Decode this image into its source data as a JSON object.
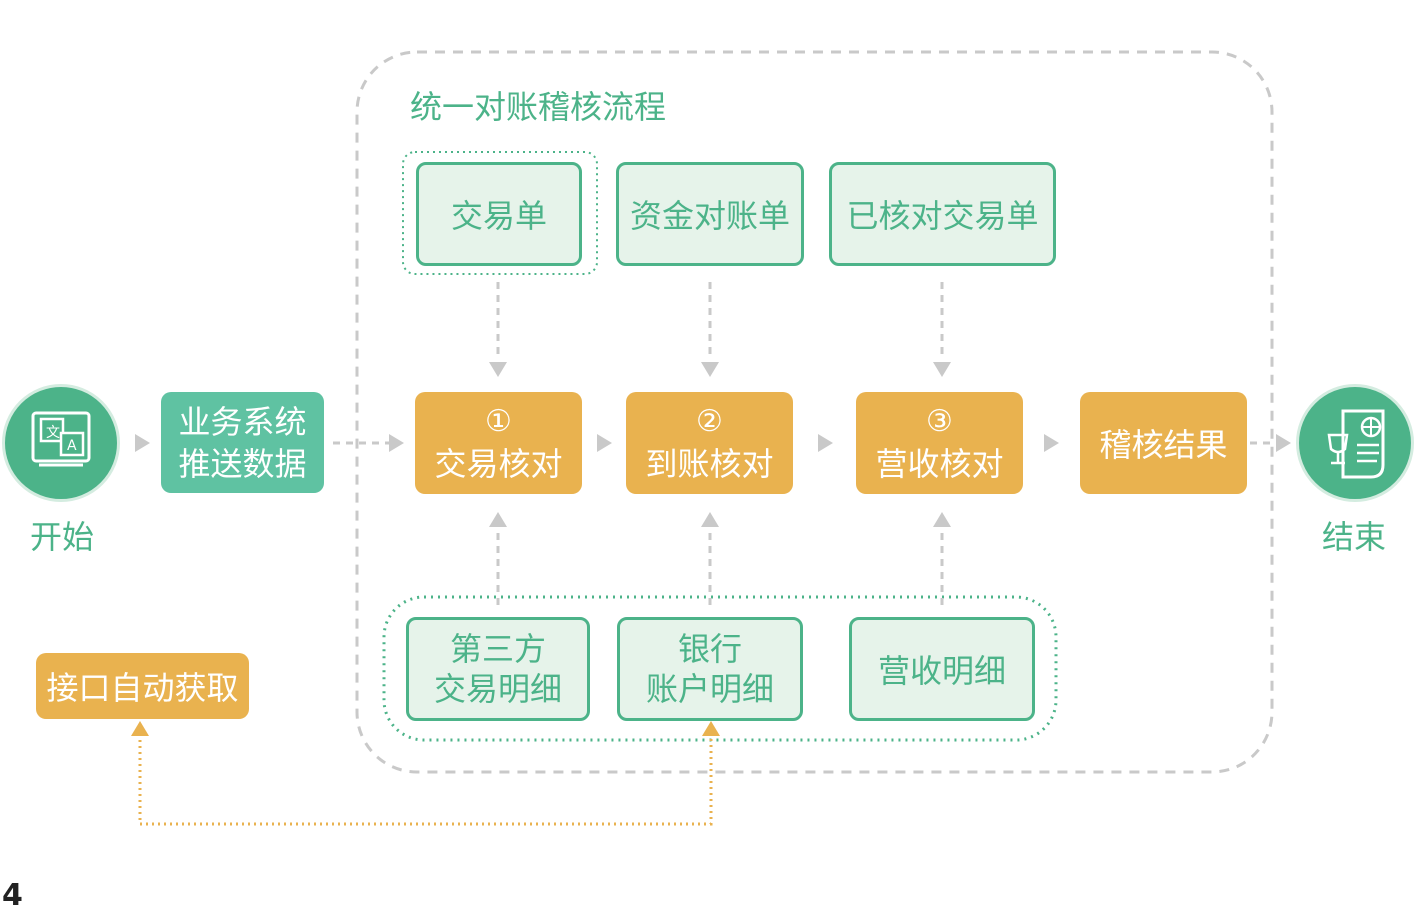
{
  "process_title": "统一对账稽核流程",
  "start": {
    "label": "开始",
    "icon": "translate-document-icon"
  },
  "end": {
    "label": "结束",
    "icon": "report-document-icon"
  },
  "source": {
    "line1": "业务系统",
    "line2": "推送数据"
  },
  "inputs": [
    {
      "label": "交易单"
    },
    {
      "label": "资金对账单"
    },
    {
      "label": "已核对交易单"
    }
  ],
  "steps": [
    {
      "num": "①",
      "label": "交易核对"
    },
    {
      "num": "②",
      "label": "到账核对"
    },
    {
      "num": "③",
      "label": "营收核对"
    }
  ],
  "result": "稽核结果",
  "details": [
    {
      "line1": "第三方",
      "line2": "交易明细"
    },
    {
      "line1": "银行",
      "line2": "账户明细"
    },
    {
      "line1": "营收明细",
      "line2": ""
    }
  ],
  "interface": "接口自动获取",
  "page_number": "4",
  "colors": {
    "green": "#4cb389",
    "teal": "#5fc2a2",
    "orange": "#e9b24f",
    "light_green": "#e6f3ea",
    "gray_line": "#c9c9c9"
  }
}
